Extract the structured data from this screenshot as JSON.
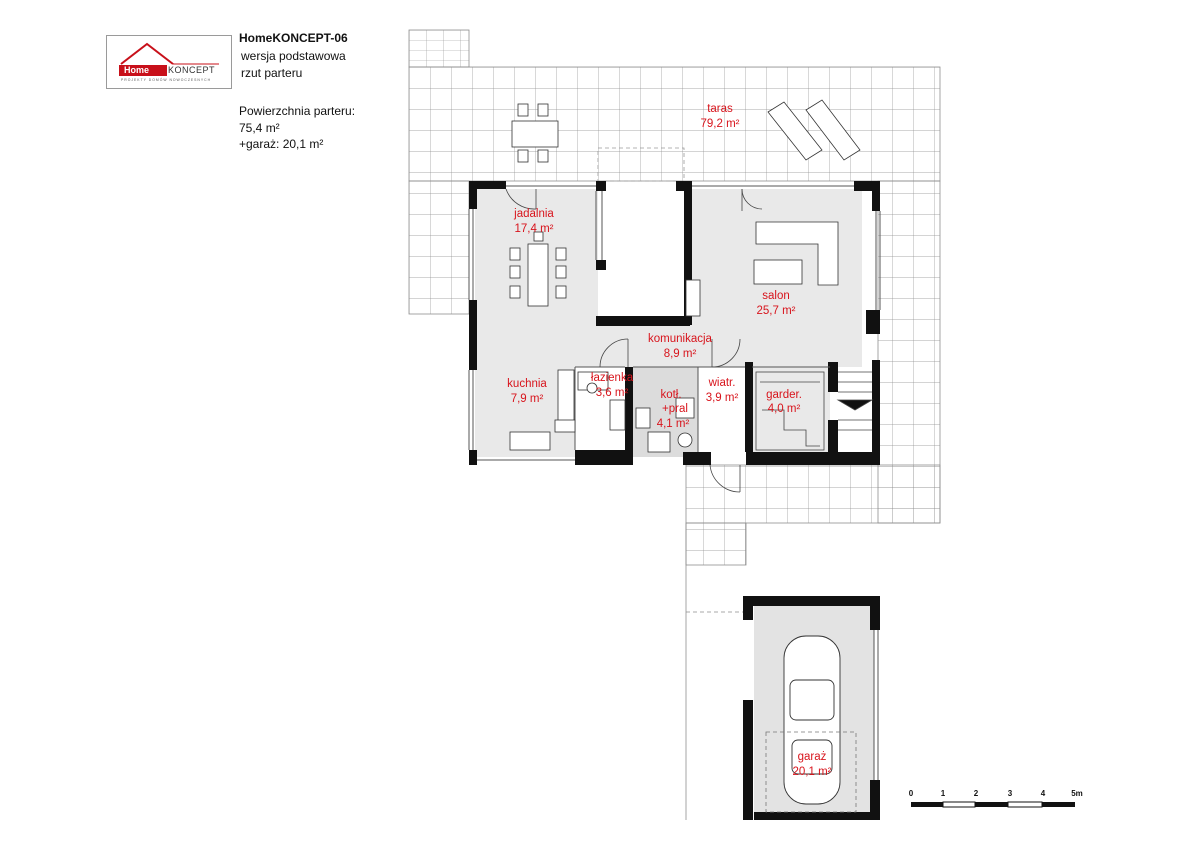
{
  "logo": {
    "home": "Home",
    "koncept": "KONCEPT",
    "tagline": "PROJEKTY DOMÓW NOWOCZESNYCH"
  },
  "header": {
    "project": "HomeKONCEPT-06",
    "version": "wersja podstawowa",
    "view": "rzut parteru"
  },
  "areas": {
    "title": "Powierzchnia parteru:",
    "ground": "75,4 m²",
    "garage": "+garaż: 20,1 m²"
  },
  "rooms": {
    "taras": {
      "name": "taras",
      "area": "79,2 m²"
    },
    "jadalnia": {
      "name": "jadalnia",
      "area": "17,4 m²"
    },
    "salon": {
      "name": "salon",
      "area": "25,7 m²"
    },
    "komunikacja": {
      "name": "komunikacja",
      "area": "8,9 m²"
    },
    "kuchnia": {
      "name": "kuchnia",
      "area": "7,9 m²"
    },
    "lazienka": {
      "name": "łazienka",
      "area": "3,6 m²"
    },
    "kotl": {
      "name": "kotł.",
      "name2": "+pral",
      "area": "4,1 m²"
    },
    "wiatr": {
      "name": "wiatr.",
      "area": "3,9 m²"
    },
    "garder": {
      "name": "garder.",
      "area": "4,0 m²"
    },
    "garaz": {
      "name": "garaż",
      "area": "20,1 m²"
    }
  },
  "scale": {
    "ticks": [
      "0",
      "1",
      "2",
      "3",
      "4",
      "5m"
    ]
  },
  "colors": {
    "wall": "#111111",
    "floor": "#e9e9e9",
    "tile_line": "#8e8e8e",
    "label": "#d8141c"
  }
}
